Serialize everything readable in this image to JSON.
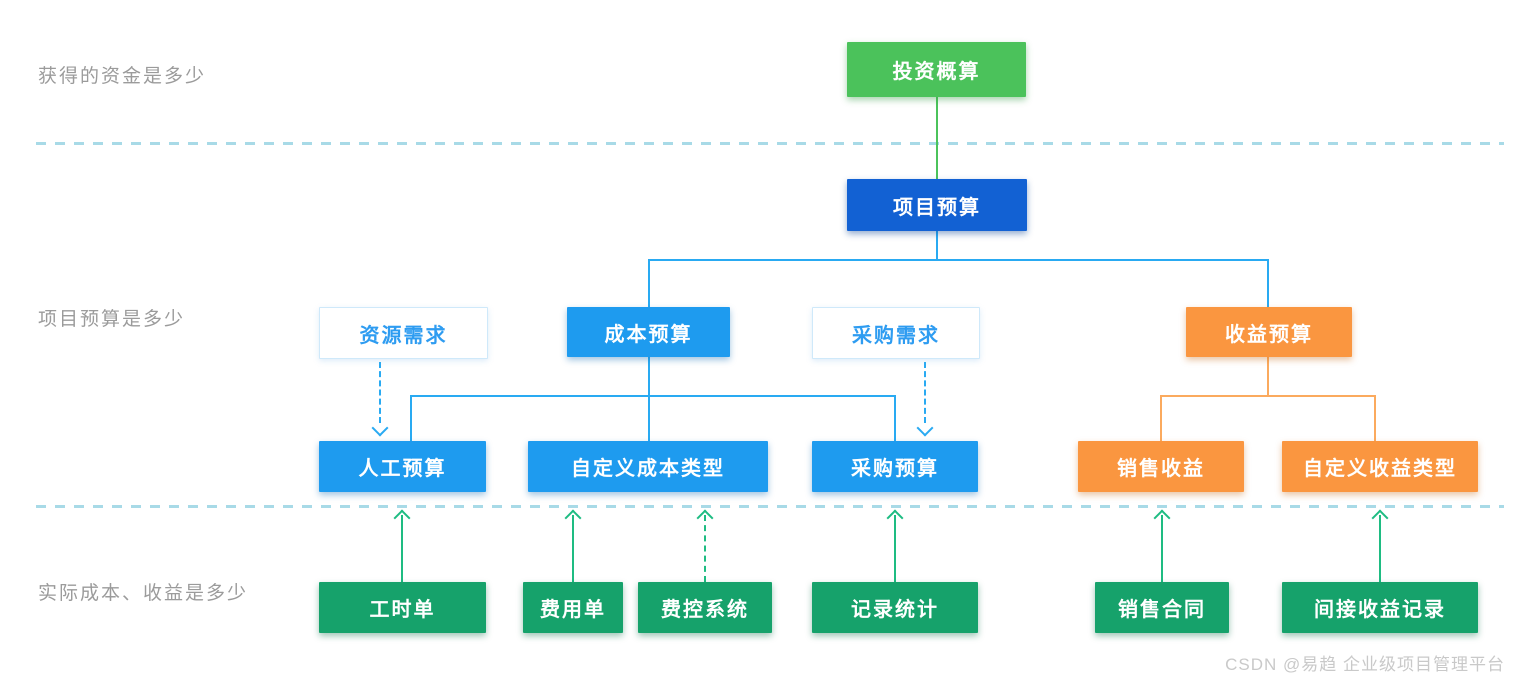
{
  "row_labels": {
    "funding": "获得的资金是多少",
    "budget": "项目预算是多少",
    "actual": "实际成本、收益是多少"
  },
  "nodes": {
    "investment_estimate": "投资概算",
    "project_budget": "项目预算",
    "resource_demand": "资源需求",
    "cost_budget": "成本预算",
    "procurement_demand": "采购需求",
    "revenue_budget": "收益预算",
    "labor_budget": "人工预算",
    "custom_cost_type": "自定义成本类型",
    "procurement_budget": "采购预算",
    "sales_revenue": "销售收益",
    "custom_revenue_type": "自定义收益类型",
    "timesheet": "工时单",
    "expense_bill": "费用单",
    "expense_control_system": "费控系统",
    "record_statistics": "记录统计",
    "sales_contract": "销售合同",
    "indirect_revenue_record": "间接收益记录"
  },
  "edges": [
    {
      "from": "investment_estimate",
      "to": "project_budget",
      "style": "solid-green"
    },
    {
      "from": "project_budget",
      "to": "cost_budget",
      "style": "solid-blue-elbow"
    },
    {
      "from": "project_budget",
      "to": "revenue_budget",
      "style": "solid-blue-elbow"
    },
    {
      "from": "cost_budget",
      "to": "labor_budget",
      "style": "solid-blue-elbow"
    },
    {
      "from": "cost_budget",
      "to": "custom_cost_type",
      "style": "solid-blue-elbow"
    },
    {
      "from": "cost_budget",
      "to": "procurement_budget",
      "style": "solid-blue-elbow"
    },
    {
      "from": "resource_demand",
      "to": "labor_budget",
      "style": "dashed-blue-arrow-down"
    },
    {
      "from": "procurement_demand",
      "to": "procurement_budget",
      "style": "dashed-blue-arrow-down"
    },
    {
      "from": "revenue_budget",
      "to": "sales_revenue",
      "style": "solid-orange-elbow"
    },
    {
      "from": "revenue_budget",
      "to": "custom_revenue_type",
      "style": "solid-orange-elbow"
    },
    {
      "from": "timesheet",
      "to": "labor_budget",
      "style": "solid-green-arrow-up"
    },
    {
      "from": "expense_bill",
      "to": "custom_cost_type",
      "style": "solid-green-arrow-up"
    },
    {
      "from": "expense_control_system",
      "to": "custom_cost_type",
      "style": "dashed-green-arrow-up"
    },
    {
      "from": "record_statistics",
      "to": "procurement_budget",
      "style": "solid-green-arrow-up"
    },
    {
      "from": "sales_contract",
      "to": "sales_revenue",
      "style": "solid-green-arrow-up"
    },
    {
      "from": "indirect_revenue_record",
      "to": "custom_revenue_type",
      "style": "solid-green-arrow-up"
    }
  ],
  "watermark": "CSDN @易趋 企业级项目管理平台",
  "colors": {
    "estimate_green": "#4bc25b",
    "project_navy": "#1261d3",
    "budget_sky_blue": "#1e9bef",
    "revenue_orange": "#fa9640",
    "actual_green": "#16a26b",
    "connector_blue": "#29aaf2",
    "connector_orange": "#fbaa5e",
    "connector_green": "#4bc35b",
    "arrow_green": "#1ebc82",
    "separator_cyan": "#a8dae7",
    "outline_box_border": "#cfe9fa",
    "outline_box_text": "#2e9cf1",
    "row_label_gray": "#9b9b9b",
    "watermark_gray": "#c9c9c9"
  }
}
